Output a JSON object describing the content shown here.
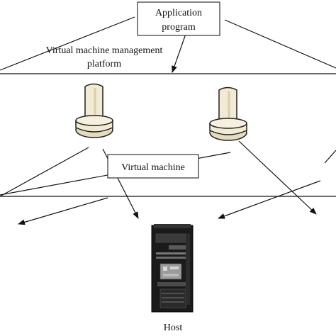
{
  "diagram": {
    "application_box": {
      "line1": "Application",
      "line2": "program"
    },
    "management_platform": {
      "line1": "Virtual machine management",
      "line2": "platform"
    },
    "virtual_machine_box": {
      "label": "Virtual machine"
    },
    "host": {
      "label": "Host"
    },
    "colors": {
      "line": "#111111",
      "box_border": "#333333",
      "connector_body": "#f1ead4",
      "connector_shade": "#d9cfae",
      "connector_outline": "#222222",
      "tower_dark": "#1b1b1b",
      "tower_panel": "#3a3a3a"
    }
  }
}
